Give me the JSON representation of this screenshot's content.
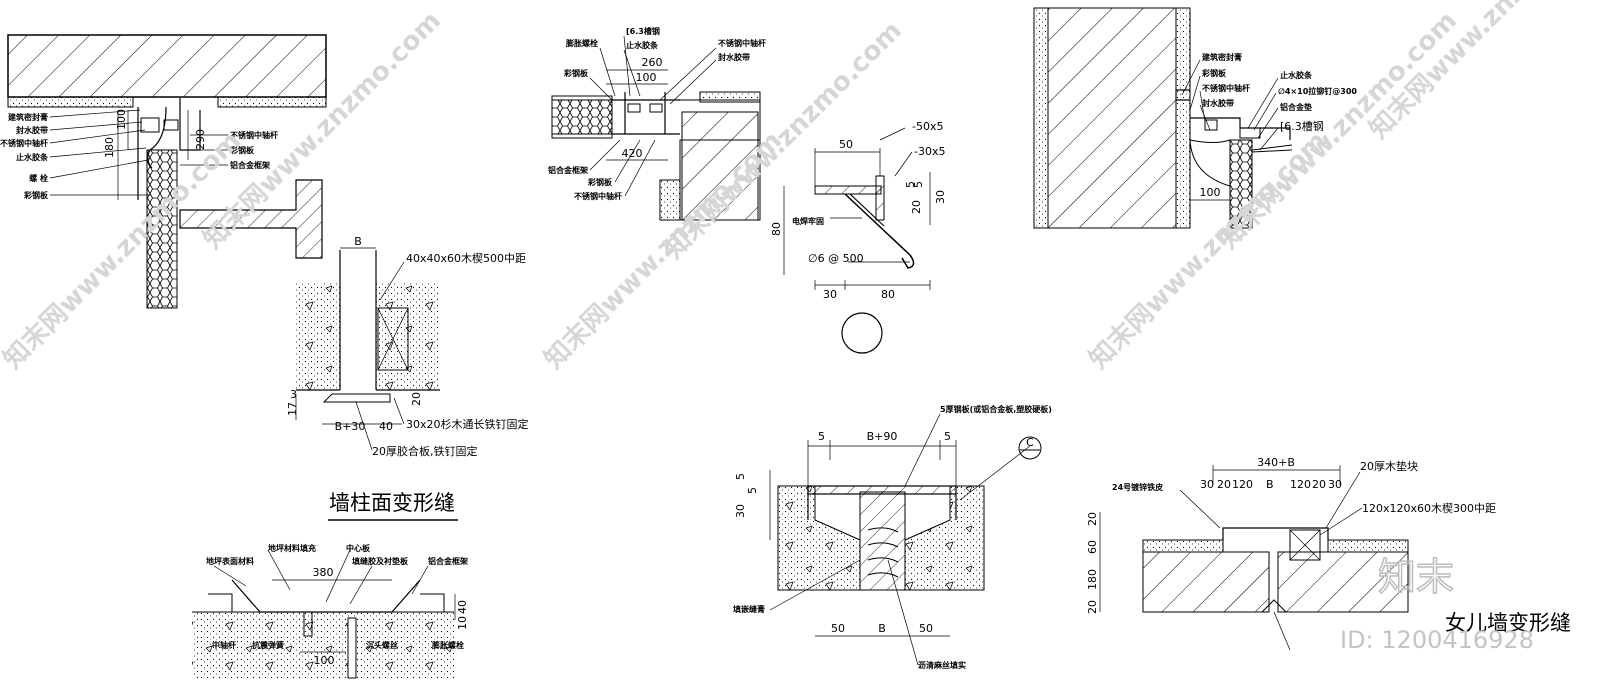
{
  "watermarks": [
    "知末网www.znzmo.com",
    "知末网www.znzmo.com",
    "知末网www.znzmo.com",
    "知末网www.znzmo.com",
    "知末网www.znzmo.com",
    "知末网www.znzmo.com",
    "知末网www.znzmo.com"
  ],
  "brand": {
    "logo": "知末",
    "id": "ID: 1200416928"
  },
  "detail_a": {
    "labels": [
      "建筑密封膏",
      "封水胶带",
      "不锈钢中轴杆",
      "止水胶条",
      "螺 栓",
      "彩钢板",
      "不锈钢中轴杆",
      "彩钢板",
      "铝合金框架"
    ],
    "dims": [
      "100",
      "180",
      "290"
    ]
  },
  "detail_b": {
    "labels": [
      "膨胀螺栓",
      "[6.3槽钢",
      "止水胶条",
      "彩钢板",
      "不锈钢中轴杆",
      "封水胶带",
      "铝合金框架",
      "彩钢板",
      "不锈钢中轴杆"
    ],
    "dims": [
      "260",
      "100",
      "420"
    ]
  },
  "detail_c": {
    "labels": [
      "-50x5",
      "-30x5",
      "电焊牢固",
      "∅6 @ 500"
    ],
    "dims": [
      "50",
      "5",
      "5",
      "20",
      "30",
      "80",
      "30",
      "80"
    ]
  },
  "detail_d": {
    "labels": [
      "建筑密封膏",
      "彩钢板",
      "不锈钢中轴杆",
      "封水胶带",
      "止水胶条",
      "∅4×10拉铆钉@300",
      "铝合金垫",
      "[6.3槽钢"
    ],
    "dims": [
      "100"
    ]
  },
  "detail_e": {
    "labels": [
      "40x40x60木楔500中距",
      "30x20杉木通长铁钉固定",
      "20厚胶合板,铁钉固定"
    ],
    "dims": [
      "B",
      "17",
      "3",
      "B+30",
      "40",
      "20"
    ]
  },
  "title_wall": "墙柱面变形缝",
  "detail_f": {
    "labels": [
      "地坪表面材料",
      "地坪材料填充",
      "中心板",
      "填缝胶及衬垫板",
      "铝合金框架",
      "中轴杆",
      "抗震弹簧",
      "沉头螺丝",
      "膨胀螺栓"
    ],
    "dims": [
      "380",
      "40",
      "10",
      "100"
    ]
  },
  "detail_g": {
    "labels": [
      "5厚钢板(或铝合金板,塑胶硬板)",
      "填嵌缝膏",
      "沥清麻丝填实"
    ],
    "dims": [
      "5",
      "B+90",
      "5",
      "5",
      "5",
      "30",
      "50",
      "B",
      "50"
    ],
    "callout": "C"
  },
  "detail_h": {
    "labels": [
      "24号镀锌铁皮",
      "20厚木垫块",
      "120x120x60木楔300中距",
      "女儿墙变形缝"
    ],
    "dims": [
      "340+B",
      "30",
      "20",
      "120",
      "B",
      "120",
      "20",
      "30",
      "20",
      "60",
      "180",
      "20"
    ]
  }
}
